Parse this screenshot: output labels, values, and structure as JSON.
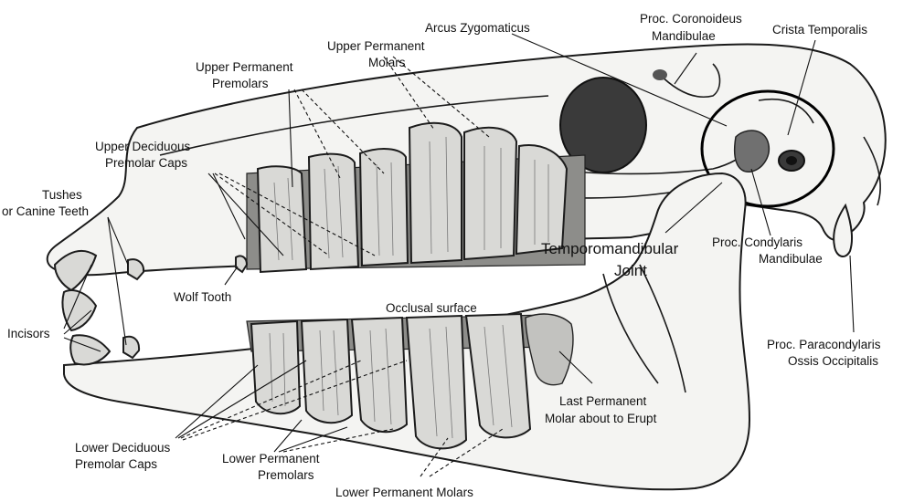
{
  "diagram": {
    "labels": {
      "arcus_zygomaticus": "Arcus Zygomaticus",
      "proc_coronoideus_line1": "Proc. Coronoideus",
      "proc_coronoideus_line2": "Mandibulae",
      "crista_temporalis": "Crista Temporalis",
      "upper_perm_molars_line1": "Upper Permanent",
      "upper_perm_molars_line2": "Molars",
      "upper_perm_premolars_line1": "Upper Permanent",
      "upper_perm_premolars_line2": "Premolars",
      "upper_decid_caps_line1": "Upper Deciduous",
      "upper_decid_caps_line2": "Premolar Caps",
      "tushes_line1": "Tushes",
      "tushes_line2": "or Canine Teeth",
      "temporomandibular_line1": "Temporomandibular",
      "temporomandibular_line2": "Joint",
      "proc_condylaris_line1": "Proc. Condylaris",
      "proc_condylaris_line2": "Mandibulae",
      "wolf_tooth": "Wolf Tooth",
      "occlusal_surface": "Occlusal  surface",
      "incisors": "Incisors",
      "proc_paracondylaris_line1": "Proc.  Paracondylaris",
      "proc_paracondylaris_line2": "Ossis Occipitalis",
      "last_perm_molar_line1": "Last Permanent",
      "last_perm_molar_line2": "Molar about to Erupt",
      "lower_decid_caps_line1": "Lower Deciduous",
      "lower_decid_caps_line2": "Premolar Caps",
      "lower_perm_premolars_line1": "Lower Permanent",
      "lower_perm_premolars_line2": "Premolars",
      "lower_perm_molars": "Lower Permanent Molars"
    },
    "icons": {
      "skull": "horse-skull-lateral-view",
      "joint_circle": "tmj-highlight-circle"
    }
  }
}
